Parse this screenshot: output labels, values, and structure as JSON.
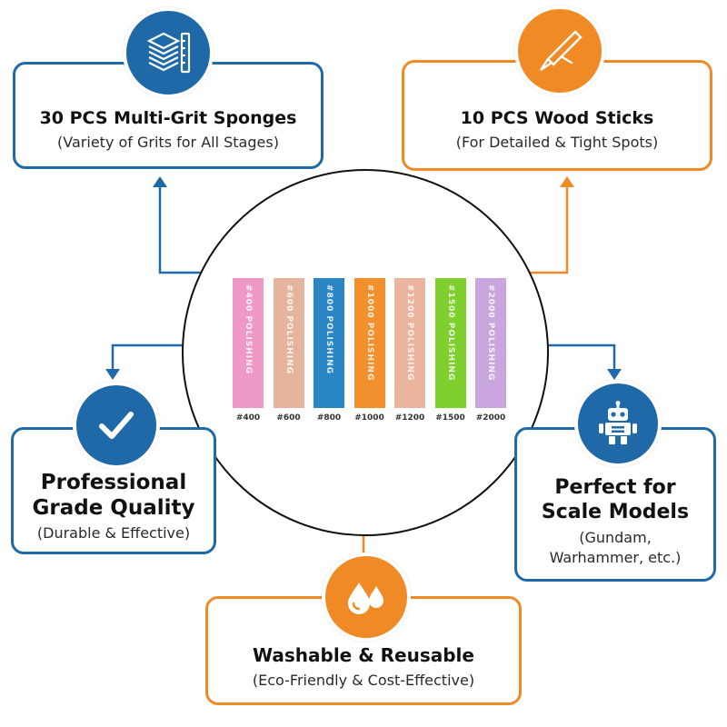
{
  "cards": {
    "sponges": {
      "title": "30 PCS Multi-Grit Sponges",
      "subtitle": "(Variety of Grits for All Stages)",
      "icon": "sponge-stack-icon"
    },
    "sticks": {
      "title": "10 PCS Wood Sticks",
      "subtitle": "(For Detailed & Tight Spots)",
      "icon": "scalpel-stick-icon"
    },
    "quality": {
      "title_line1": "Professional",
      "title_line2": "Grade Quality",
      "subtitle": "(Durable & Effective)",
      "icon": "checkmark-icon"
    },
    "models": {
      "title_line1": "Perfect for",
      "title_line2": "Scale Models",
      "subtitle_line1": "(Gundam,",
      "subtitle_line2": "Warhammer, etc.)",
      "icon": "robot-icon"
    },
    "washable": {
      "title": "Washable & Reusable",
      "subtitle": "(Eco-Friendly & Cost-Effective)",
      "icon": "water-drops-icon"
    }
  },
  "strips": [
    {
      "grit": "#400",
      "text": "#400 POLISHING",
      "color": "#ef9ac6"
    },
    {
      "grit": "#600",
      "text": "#600 POLISHING",
      "color": "#e6b39c"
    },
    {
      "grit": "#800",
      "text": "#800 POLISHING",
      "color": "#2b86c5"
    },
    {
      "grit": "#1000",
      "text": "#1000 POLISHING",
      "color": "#f2902e"
    },
    {
      "grit": "#1200",
      "text": "#1200 POLISHING",
      "color": "#eab49e"
    },
    {
      "grit": "#1500",
      "text": "#1500 POLISHING",
      "color": "#7fcf2e"
    },
    {
      "grit": "#2000",
      "text": "#2000 POLISHING",
      "color": "#c9a6dd"
    }
  ],
  "colors": {
    "blue": "#1f69a8",
    "orange": "#f08a24"
  }
}
